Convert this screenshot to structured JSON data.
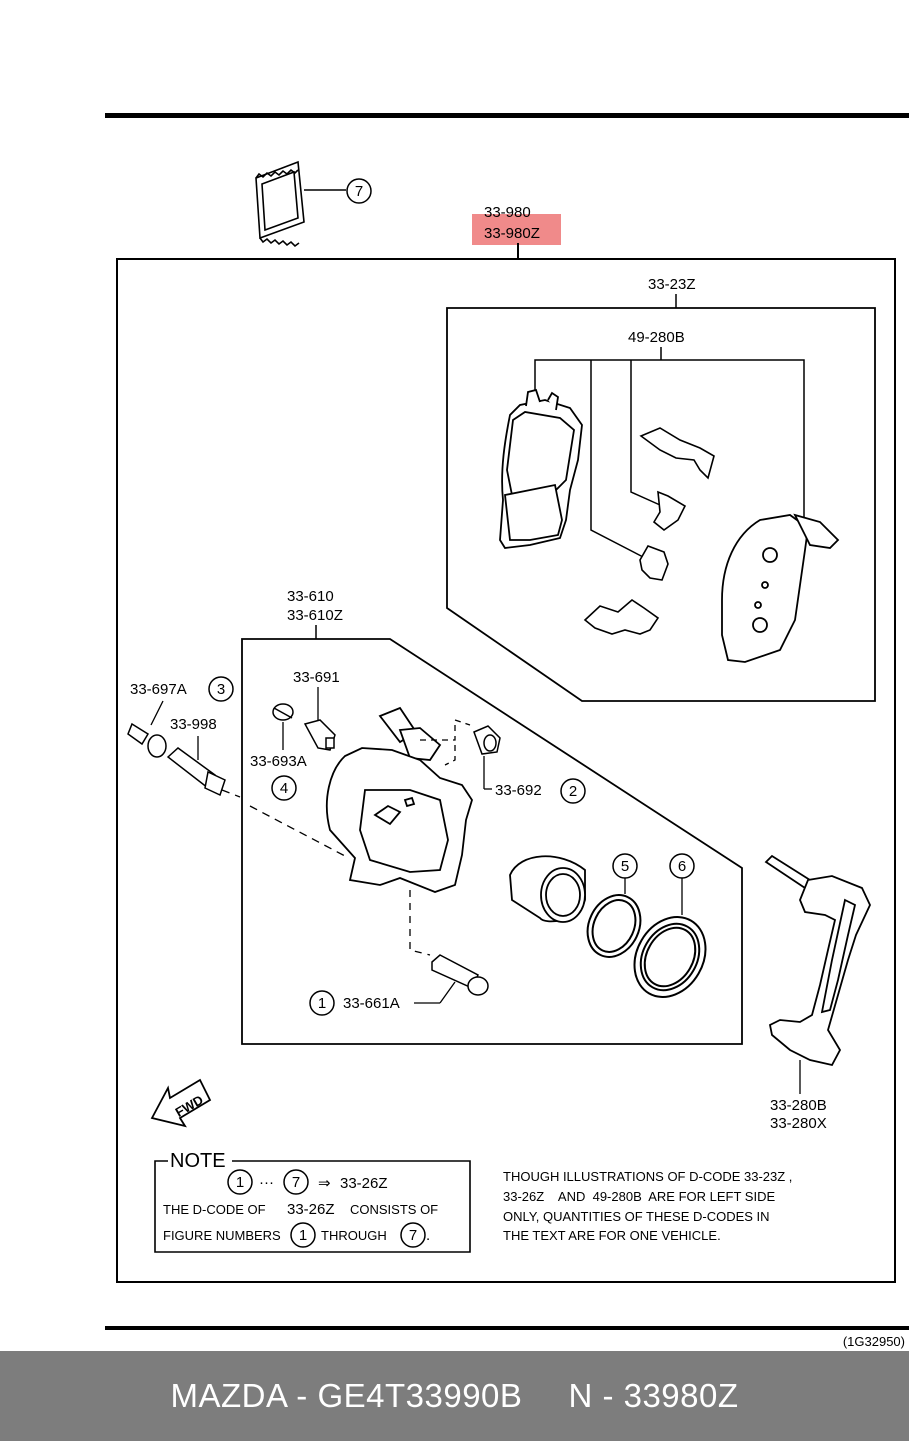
{
  "callouts": {
    "kit_top": "33-980",
    "kit_highlight": "33-980Z",
    "pad_set": "33-23Z",
    "shims": "49-280B",
    "caliper_top": "33-610",
    "caliper_bottom": "33-610Z",
    "bleeder": "33-691",
    "bleeder_cap": "33-693A",
    "guide_pin_boot": "33-692",
    "pin_bolt_cap": "33-697A",
    "pin_bolt": "33-998",
    "guide_pin": "33-661A",
    "bracket_top": "33-280B",
    "bracket_bottom": "33-280X",
    "figure_code": "(1G32950)"
  },
  "circled_numbers": [
    "1",
    "2",
    "3",
    "4",
    "5",
    "6",
    "7"
  ],
  "fwd_label": "FWD",
  "note": {
    "title": "NOTE",
    "line1_arrow": "⇒",
    "line1_code": "33-26Z",
    "line1_dots": "···",
    "line2_a": "THE D-CODE OF",
    "line2_code": "33-26Z",
    "line2_b": "CONSISTS OF",
    "line3_a": "FIGURE NUMBERS",
    "line3_b": "THROUGH",
    "line3_end": "."
  },
  "remark": {
    "line1": "THOUGH ILLUSTRATIONS OF D-CODE 33-23Z ,",
    "line2": "33-26Z    AND  49-280B  ARE FOR LEFT SIDE",
    "line3": "ONLY, QUANTITIES OF THESE D-CODES IN",
    "line4": "THE TEXT ARE FOR ONE VEHICLE."
  },
  "footer": {
    "part": "MAZDA - GE4T33990B",
    "code": "N - 33980Z"
  },
  "colors": {
    "highlight": "#f08a8a",
    "footer_bg": "#7d7d7d",
    "line": "#000000"
  }
}
